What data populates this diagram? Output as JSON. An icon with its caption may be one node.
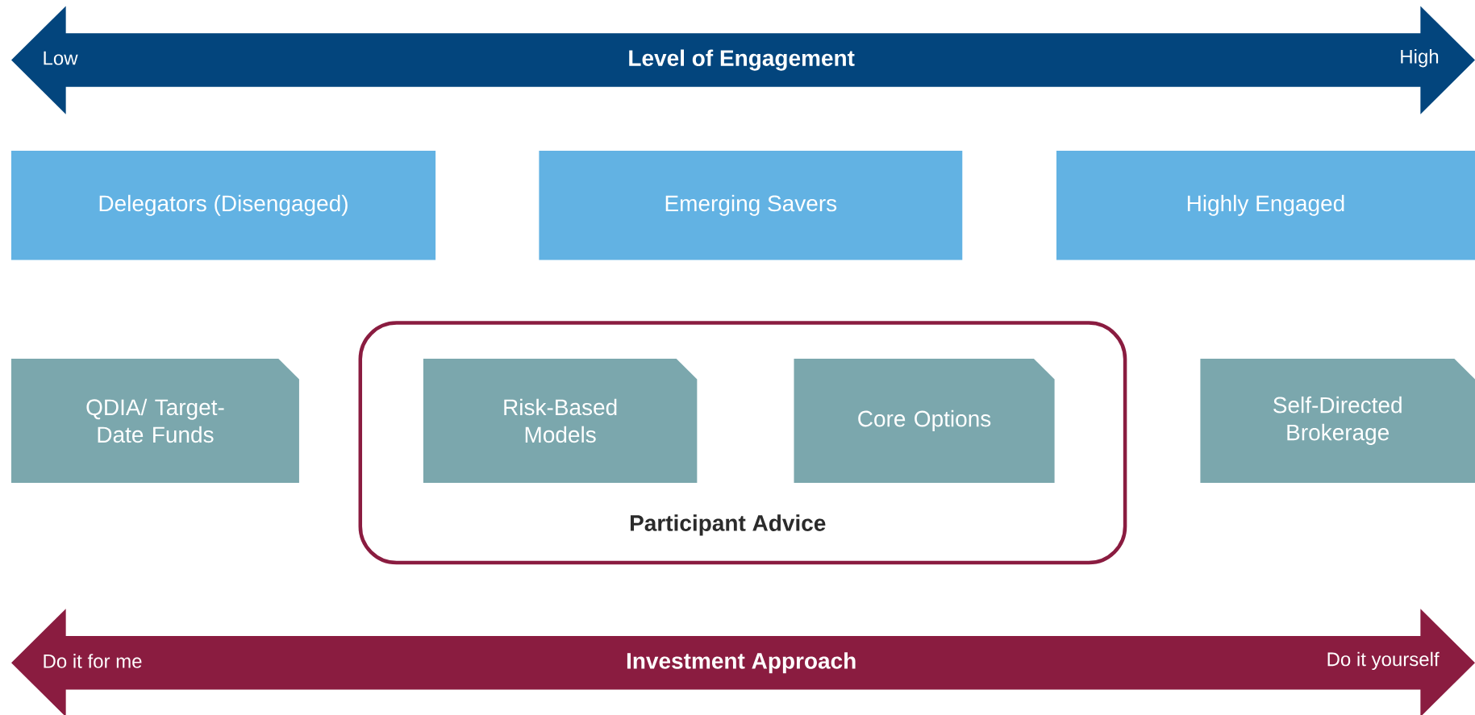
{
  "diagram": {
    "nodes": [
      {
        "text": [
          "Low",
          "Level of Engagement",
          "High"
        ]
      },
      {
        "text": [
          "Delegators (Disengaged)"
        ]
      },
      {
        "text": [
          "Emerging Savers"
        ]
      },
      {
        "text": [
          "Highly Engaged"
        ]
      },
      {
        "text": [
          "QDIA/ Target-Date Funds"
        ]
      },
      {
        "text": [
          "Participant Advice"
        ]
      },
      {
        "text": [
          "Risk-Based Models"
        ],
        "in": 5
      },
      {
        "text": [
          "Core Options"
        ],
        "in": 5
      },
      {
        "text": [
          "Self-Directed Brokerage"
        ]
      },
      {
        "text": [
          "Do it for me",
          "Investment Approach",
          "Do it yourself"
        ]
      }
    ],
    "edges": []
  }
}
